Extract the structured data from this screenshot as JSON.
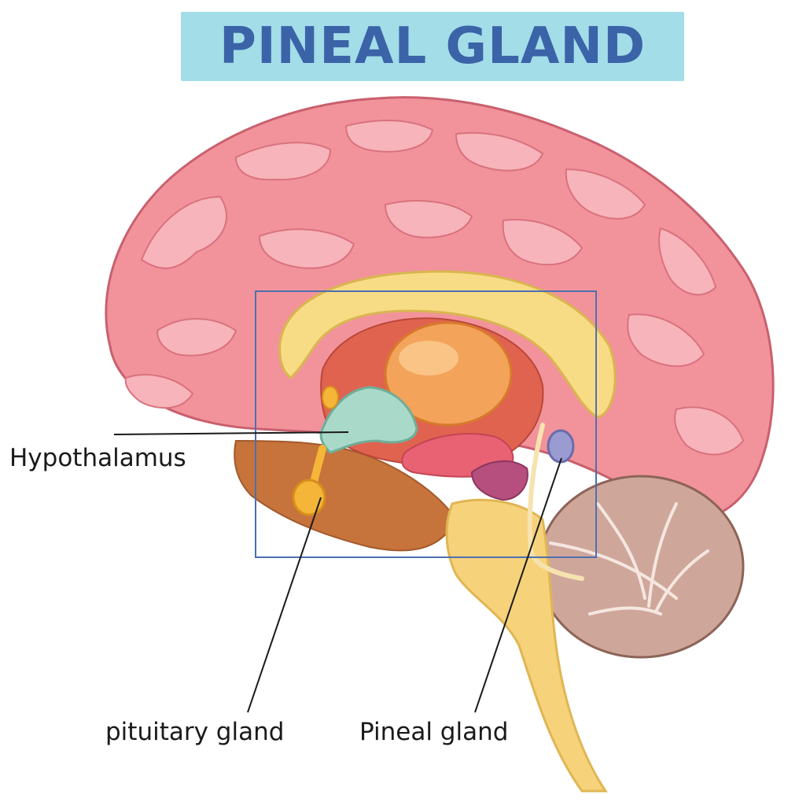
{
  "title": "PINEAL GLAND",
  "labels": {
    "hypothalamus": "Hypothalamus",
    "pituitary": "pituitary gland",
    "pineal": "Pineal gland"
  },
  "colors": {
    "banner": "#a3dde8",
    "title_text": "#3b63a8",
    "cerebrum": "#f2939b",
    "cerebrum_outline": "#c9606e",
    "corpus_callosum": "#f8dc85",
    "thalamus": "#f3a35a",
    "hypothalamus": "#a9dac9",
    "pituitary": "#f5b538",
    "pineal": "#9a9bd0",
    "brainstem": "#f6d27b",
    "cerebellum": "#cfa79a",
    "midbrain": "#c7733c",
    "highlight_box": "#4d6fb0"
  }
}
